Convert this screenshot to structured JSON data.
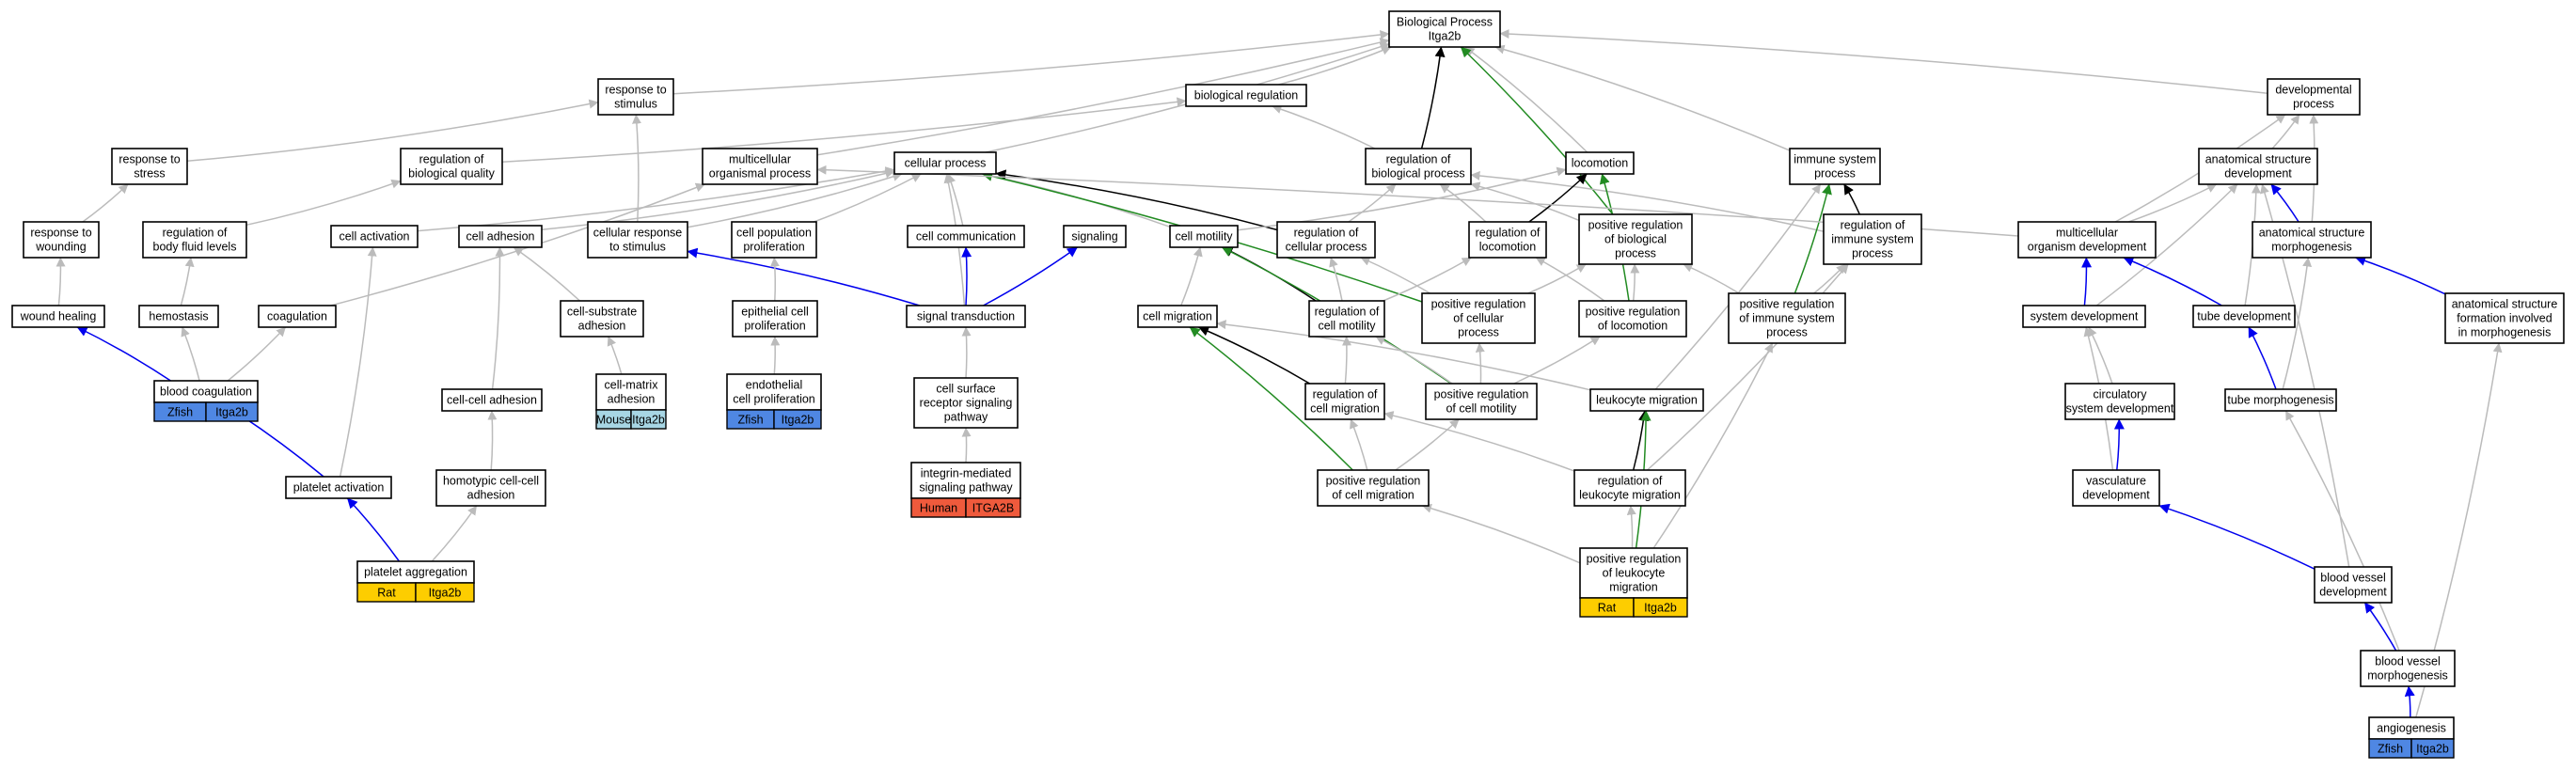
{
  "colors": {
    "edge_gray": "#bbbbbb",
    "edge_black": "#000000",
    "edge_blue": "#0000ee",
    "edge_green": "#228b22",
    "Zfish": "#4f87e3",
    "Mouse": "#a7d6e4",
    "Rat": "#fdcd00",
    "Human": "#ef5a3c"
  },
  "nodes": [
    {
      "id": "bp",
      "lines": [
        "Biological Process",
        "Itga2b"
      ]
    },
    {
      "id": "resp_stim",
      "lines": [
        "response to",
        "stimulus"
      ]
    },
    {
      "id": "bio_reg",
      "lines": [
        "biological regulation"
      ]
    },
    {
      "id": "dev_proc",
      "lines": [
        "developmental",
        "process"
      ]
    },
    {
      "id": "resp_stress",
      "lines": [
        "response to",
        "stress"
      ]
    },
    {
      "id": "reg_bio_qual",
      "lines": [
        "regulation of",
        "biological quality"
      ]
    },
    {
      "id": "multi_org",
      "lines": [
        "multicellular",
        "organismal process"
      ]
    },
    {
      "id": "cell_proc",
      "lines": [
        "cellular process"
      ]
    },
    {
      "id": "reg_bio_proc",
      "lines": [
        "regulation of",
        "biological process"
      ]
    },
    {
      "id": "locomotion",
      "lines": [
        "locomotion"
      ]
    },
    {
      "id": "immune_proc",
      "lines": [
        "immune system",
        "process"
      ]
    },
    {
      "id": "anat_dev",
      "lines": [
        "anatomical structure",
        "development"
      ]
    },
    {
      "id": "resp_wound",
      "lines": [
        "response to",
        "wounding"
      ]
    },
    {
      "id": "reg_body_fluid",
      "lines": [
        "regulation of",
        "body fluid levels"
      ]
    },
    {
      "id": "cell_activ",
      "lines": [
        "cell activation"
      ]
    },
    {
      "id": "cell_adh",
      "lines": [
        "cell adhesion"
      ]
    },
    {
      "id": "cell_resp_stim",
      "lines": [
        "cellular response",
        "to stimulus"
      ]
    },
    {
      "id": "cell_pop_prolif",
      "lines": [
        "cell population",
        "proliferation"
      ]
    },
    {
      "id": "cell_comm",
      "lines": [
        "cell communication"
      ]
    },
    {
      "id": "signaling",
      "lines": [
        "signaling"
      ]
    },
    {
      "id": "cell_motility",
      "lines": [
        "cell motility"
      ]
    },
    {
      "id": "reg_cell_proc",
      "lines": [
        "regulation of",
        "cellular process"
      ]
    },
    {
      "id": "reg_locomotion",
      "lines": [
        "regulation of",
        "locomotion"
      ]
    },
    {
      "id": "pos_reg_bio_proc",
      "lines": [
        "positive regulation",
        "of biological",
        "process"
      ]
    },
    {
      "id": "reg_immune",
      "lines": [
        "regulation of",
        "immune system",
        "process"
      ]
    },
    {
      "id": "multi_org_dev",
      "lines": [
        "multicellular",
        "organism development"
      ]
    },
    {
      "id": "anat_morph",
      "lines": [
        "anatomical structure",
        "morphogenesis"
      ]
    },
    {
      "id": "wound_heal",
      "lines": [
        "wound healing"
      ]
    },
    {
      "id": "hemostasis",
      "lines": [
        "hemostasis"
      ]
    },
    {
      "id": "coagulation",
      "lines": [
        "coagulation"
      ]
    },
    {
      "id": "cell_sub_adh",
      "lines": [
        "cell-substrate",
        "adhesion"
      ]
    },
    {
      "id": "epi_prolif",
      "lines": [
        "epithelial cell",
        "proliferation"
      ]
    },
    {
      "id": "sig_trans",
      "lines": [
        "signal transduction"
      ]
    },
    {
      "id": "cell_migration",
      "lines": [
        "cell migration"
      ]
    },
    {
      "id": "reg_cell_motility",
      "lines": [
        "regulation of",
        "cell motility"
      ]
    },
    {
      "id": "pos_reg_cell_proc",
      "lines": [
        "positive regulation",
        "of cellular",
        "process"
      ]
    },
    {
      "id": "pos_reg_locomotion",
      "lines": [
        "positive regulation",
        "of locomotion"
      ]
    },
    {
      "id": "pos_reg_immune",
      "lines": [
        "positive regulation",
        "of immune system",
        "process"
      ]
    },
    {
      "id": "sys_dev",
      "lines": [
        "system development"
      ]
    },
    {
      "id": "tube_dev",
      "lines": [
        "tube development"
      ]
    },
    {
      "id": "anat_form_morph",
      "lines": [
        "anatomical structure",
        "formation involved",
        "in morphogenesis"
      ]
    },
    {
      "id": "blood_coag",
      "lines": [
        "blood coagulation"
      ],
      "tag": {
        "species": "Zfish",
        "gene": "Itga2b"
      }
    },
    {
      "id": "cell_matrix_adh",
      "lines": [
        "cell-matrix",
        "adhesion"
      ],
      "tag": {
        "species": "Mouse",
        "gene": "Itga2b"
      }
    },
    {
      "id": "endo_prolif",
      "lines": [
        "endothelial",
        "cell proliferation"
      ],
      "tag": {
        "species": "Zfish",
        "gene": "Itga2b"
      }
    },
    {
      "id": "cell_surf_rec",
      "lines": [
        "cell surface",
        "receptor signaling",
        "pathway"
      ]
    },
    {
      "id": "cell_cell_adh",
      "lines": [
        "cell-cell adhesion"
      ]
    },
    {
      "id": "reg_cell_migration",
      "lines": [
        "regulation of",
        "cell migration"
      ]
    },
    {
      "id": "pos_reg_cell_motility",
      "lines": [
        "positive regulation",
        "of cell motility"
      ]
    },
    {
      "id": "leuk_migration",
      "lines": [
        "leukocyte migration"
      ]
    },
    {
      "id": "circ_sys_dev",
      "lines": [
        "circulatory",
        "system development"
      ]
    },
    {
      "id": "tube_morph",
      "lines": [
        "tube morphogenesis"
      ]
    },
    {
      "id": "platelet_activ",
      "lines": [
        "platelet activation"
      ]
    },
    {
      "id": "homotypic_adh",
      "lines": [
        "homotypic cell-cell",
        "adhesion"
      ]
    },
    {
      "id": "integrin_path",
      "lines": [
        "integrin-mediated",
        "signaling pathway"
      ],
      "tag": {
        "species": "Human",
        "gene": "ITGA2B"
      }
    },
    {
      "id": "pos_reg_cell_migration",
      "lines": [
        "positive regulation",
        "of cell migration"
      ]
    },
    {
      "id": "reg_leuk_migration",
      "lines": [
        "regulation of",
        "leukocyte migration"
      ]
    },
    {
      "id": "vasc_dev",
      "lines": [
        "vasculature",
        "development"
      ]
    },
    {
      "id": "platelet_agg",
      "lines": [
        "platelet aggregation"
      ],
      "tag": {
        "species": "Rat",
        "gene": "Itga2b"
      }
    },
    {
      "id": "pos_reg_leuk_migration",
      "lines": [
        "positive regulation",
        "of leukocyte",
        "migration"
      ],
      "tag": {
        "species": "Rat",
        "gene": "Itga2b"
      }
    },
    {
      "id": "blood_vessel_dev",
      "lines": [
        "blood vessel",
        "development"
      ]
    },
    {
      "id": "blood_vessel_morph",
      "lines": [
        "blood vessel",
        "morphogenesis"
      ]
    },
    {
      "id": "angiogenesis",
      "lines": [
        "angiogenesis"
      ],
      "tag": {
        "species": "Zfish",
        "gene": "Itga2b"
      }
    }
  ],
  "edges": [
    [
      "resp_stim",
      "bp",
      "gray"
    ],
    [
      "bio_reg",
      "bp",
      "gray"
    ],
    [
      "dev_proc",
      "bp",
      "gray"
    ],
    [
      "multi_org",
      "bp",
      "gray"
    ],
    [
      "cell_proc",
      "bp",
      "gray"
    ],
    [
      "reg_bio_proc",
      "bp",
      "black"
    ],
    [
      "locomotion",
      "bp",
      "gray"
    ],
    [
      "immune_proc",
      "bp",
      "gray"
    ],
    [
      "pos_reg_bio_proc",
      "bp",
      "green"
    ],
    [
      "resp_stress",
      "resp_stim",
      "gray"
    ],
    [
      "cell_resp_stim",
      "resp_stim",
      "gray"
    ],
    [
      "reg_bio_qual",
      "bio_reg",
      "gray"
    ],
    [
      "reg_bio_proc",
      "bio_reg",
      "gray"
    ],
    [
      "anat_dev",
      "dev_proc",
      "gray"
    ],
    [
      "multi_org_dev",
      "dev_proc",
      "gray"
    ],
    [
      "anat_morph",
      "dev_proc",
      "gray"
    ],
    [
      "resp_wound",
      "resp_stress",
      "gray"
    ],
    [
      "reg_body_fluid",
      "reg_bio_qual",
      "gray"
    ],
    [
      "cell_activ",
      "cell_proc",
      "gray"
    ],
    [
      "cell_adh",
      "cell_proc",
      "gray"
    ],
    [
      "cell_resp_stim",
      "cell_proc",
      "gray"
    ],
    [
      "cell_pop_prolif",
      "cell_proc",
      "gray"
    ],
    [
      "cell_comm",
      "cell_proc",
      "gray"
    ],
    [
      "cell_motility",
      "cell_proc",
      "gray"
    ],
    [
      "reg_cell_proc",
      "cell_proc",
      "black"
    ],
    [
      "pos_reg_cell_proc",
      "cell_proc",
      "green"
    ],
    [
      "sig_trans",
      "cell_proc",
      "gray"
    ],
    [
      "reg_cell_proc",
      "reg_bio_proc",
      "gray"
    ],
    [
      "reg_locomotion",
      "reg_bio_proc",
      "gray"
    ],
    [
      "pos_reg_bio_proc",
      "reg_bio_proc",
      "gray"
    ],
    [
      "reg_immune",
      "reg_bio_proc",
      "gray"
    ],
    [
      "reg_locomotion",
      "locomotion",
      "black"
    ],
    [
      "pos_reg_locomotion",
      "locomotion",
      "green"
    ],
    [
      "reg_immune",
      "immune_proc",
      "black"
    ],
    [
      "pos_reg_immune",
      "immune_proc",
      "green"
    ],
    [
      "leuk_migration",
      "immune_proc",
      "gray"
    ],
    [
      "multi_org_dev",
      "anat_dev",
      "gray"
    ],
    [
      "anat_morph",
      "anat_dev",
      "blue"
    ],
    [
      "sys_dev",
      "anat_dev",
      "gray"
    ],
    [
      "tube_dev",
      "anat_dev",
      "gray"
    ],
    [
      "multi_org_dev",
      "multi_org",
      "gray"
    ],
    [
      "wound_heal",
      "resp_wound",
      "gray"
    ],
    [
      "hemostasis",
      "reg_body_fluid",
      "gray"
    ],
    [
      "blood_coag",
      "wound_heal",
      "blue"
    ],
    [
      "blood_coag",
      "hemostasis",
      "gray"
    ],
    [
      "blood_coag",
      "coagulation",
      "gray"
    ],
    [
      "coagulation",
      "multi_org",
      "gray"
    ],
    [
      "platelet_activ",
      "cell_activ",
      "gray"
    ],
    [
      "platelet_activ",
      "blood_coag",
      "blue"
    ],
    [
      "platelet_agg",
      "platelet_activ",
      "blue"
    ],
    [
      "platelet_agg",
      "homotypic_adh",
      "gray"
    ],
    [
      "homotypic_adh",
      "cell_cell_adh",
      "gray"
    ],
    [
      "cell_cell_adh",
      "cell_adh",
      "gray"
    ],
    [
      "cell_sub_adh",
      "cell_adh",
      "gray"
    ],
    [
      "cell_matrix_adh",
      "cell_sub_adh",
      "gray"
    ],
    [
      "sig_trans",
      "cell_resp_stim",
      "blue"
    ],
    [
      "sig_trans",
      "cell_comm",
      "blue"
    ],
    [
      "sig_trans",
      "signaling",
      "blue"
    ],
    [
      "cell_surf_rec",
      "sig_trans",
      "gray"
    ],
    [
      "integrin_path",
      "cell_surf_rec",
      "gray"
    ],
    [
      "epi_prolif",
      "cell_pop_prolif",
      "gray"
    ],
    [
      "endo_prolif",
      "epi_prolif",
      "gray"
    ],
    [
      "cell_migration",
      "cell_motility",
      "gray"
    ],
    [
      "cell_motility",
      "locomotion",
      "gray"
    ],
    [
      "reg_cell_motility",
      "cell_motility",
      "black"
    ],
    [
      "reg_cell_motility",
      "reg_cell_proc",
      "gray"
    ],
    [
      "reg_cell_motility",
      "reg_locomotion",
      "gray"
    ],
    [
      "pos_reg_cell_proc",
      "reg_cell_proc",
      "gray"
    ],
    [
      "pos_reg_cell_proc",
      "pos_reg_bio_proc",
      "gray"
    ],
    [
      "pos_reg_locomotion",
      "reg_locomotion",
      "gray"
    ],
    [
      "pos_reg_locomotion",
      "pos_reg_bio_proc",
      "gray"
    ],
    [
      "pos_reg_immune",
      "reg_immune",
      "gray"
    ],
    [
      "pos_reg_immune",
      "pos_reg_bio_proc",
      "gray"
    ],
    [
      "sys_dev",
      "multi_org_dev",
      "blue"
    ],
    [
      "tube_dev",
      "multi_org_dev",
      "blue"
    ],
    [
      "tube_morph",
      "tube_dev",
      "blue"
    ],
    [
      "tube_morph",
      "anat_morph",
      "gray"
    ],
    [
      "anat_form_morph",
      "anat_morph",
      "blue"
    ],
    [
      "reg_cell_migration",
      "cell_migration",
      "black"
    ],
    [
      "reg_cell_migration",
      "reg_cell_motility",
      "gray"
    ],
    [
      "pos_reg_cell_motility",
      "cell_motility",
      "green"
    ],
    [
      "pos_reg_cell_motility",
      "reg_cell_motility",
      "gray"
    ],
    [
      "pos_reg_cell_motility",
      "pos_reg_locomotion",
      "gray"
    ],
    [
      "pos_reg_cell_motility",
      "pos_reg_cell_proc",
      "gray"
    ],
    [
      "leuk_migration",
      "cell_migration",
      "gray"
    ],
    [
      "circ_sys_dev",
      "sys_dev",
      "gray"
    ],
    [
      "pos_reg_cell_migration",
      "cell_migration",
      "green"
    ],
    [
      "pos_reg_cell_migration",
      "reg_cell_migration",
      "gray"
    ],
    [
      "pos_reg_cell_migration",
      "pos_reg_cell_motility",
      "gray"
    ],
    [
      "reg_leuk_migration",
      "leuk_migration",
      "black"
    ],
    [
      "reg_leuk_migration",
      "reg_cell_migration",
      "gray"
    ],
    [
      "reg_leuk_migration",
      "reg_immune",
      "gray"
    ],
    [
      "vasc_dev",
      "circ_sys_dev",
      "blue"
    ],
    [
      "vasc_dev",
      "sys_dev",
      "gray"
    ],
    [
      "pos_reg_leuk_migration",
      "leuk_migration",
      "green"
    ],
    [
      "pos_reg_leuk_migration",
      "reg_leuk_migration",
      "gray"
    ],
    [
      "pos_reg_leuk_migration",
      "pos_reg_cell_migration",
      "gray"
    ],
    [
      "pos_reg_leuk_migration",
      "pos_reg_immune",
      "gray"
    ],
    [
      "blood_vessel_dev",
      "vasc_dev",
      "blue"
    ],
    [
      "blood_vessel_dev",
      "anat_dev",
      "gray"
    ],
    [
      "blood_vessel_morph",
      "blood_vessel_dev",
      "blue"
    ],
    [
      "blood_vessel_morph",
      "tube_morph",
      "gray"
    ],
    [
      "angiogenesis",
      "blood_vessel_morph",
      "blue"
    ],
    [
      "angiogenesis",
      "anat_form_morph",
      "gray"
    ]
  ]
}
